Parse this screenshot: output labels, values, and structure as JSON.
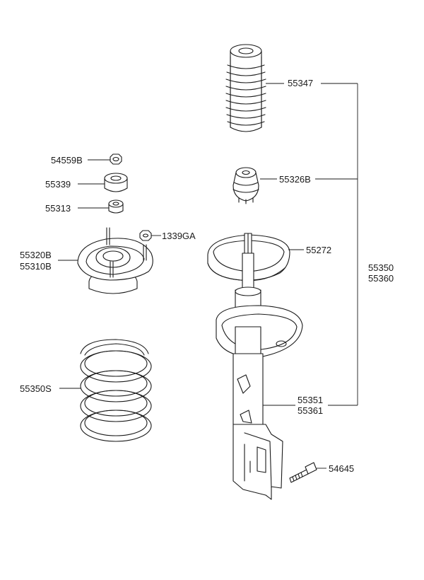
{
  "diagram": {
    "parts": [
      {
        "id": "boot",
        "label": "55347"
      },
      {
        "id": "bump-stopper",
        "label": "55326B"
      },
      {
        "id": "upper-spring-seat",
        "label": "55272"
      },
      {
        "id": "strut-assembly-group",
        "label": "55350",
        "label2": "55360"
      },
      {
        "id": "strut",
        "label": "55351",
        "label2": "55361"
      },
      {
        "id": "mounting-bolt",
        "label": "54645"
      },
      {
        "id": "lock-nut",
        "label": "54559B"
      },
      {
        "id": "dust-cover",
        "label": "55339"
      },
      {
        "id": "bushing",
        "label": "55313"
      },
      {
        "id": "flange-nut",
        "label": "1339GA"
      },
      {
        "id": "insulator-assembly",
        "label": "55320B",
        "label2": "55310B"
      },
      {
        "id": "coil-spring",
        "label": "55350S"
      }
    ]
  }
}
